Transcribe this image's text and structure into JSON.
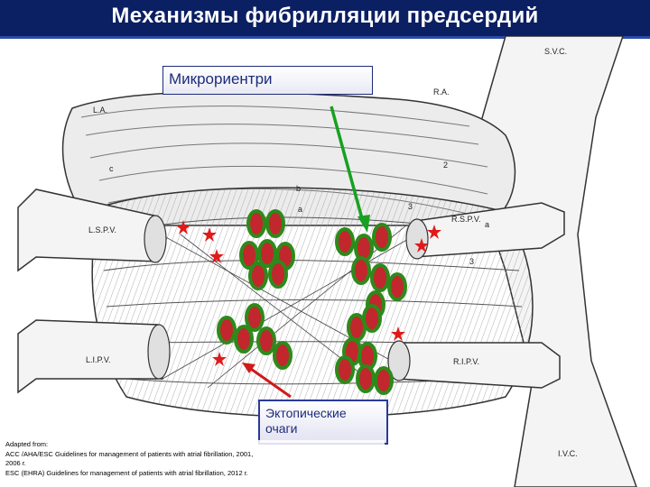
{
  "title": "Механизмы фибрилляции предсердий",
  "labels": {
    "microreentry": "Микрориентри",
    "ectopic": "Эктопические\nочаги"
  },
  "anatomy": {
    "svc": "S.V.C.",
    "ra": "R.A.",
    "la": "L.A.",
    "lspv": "L.S.P.V.",
    "lipv": "L.I.P.V.",
    "rspv": "R.S.P.V.",
    "ripv": "R.I.P.V.",
    "ivc": "I.V.C.",
    "markers": [
      "c",
      "b",
      "a",
      "2",
      "3",
      "3",
      "a"
    ]
  },
  "references": {
    "heading": "Adapted from:",
    "lines": [
      "ACC /AHA/ESC Guidelines for management of patients with atrial fibrillation, 2001,",
      "2006 г.",
      "ESC (EHRA) Guidelines for management of patients with atrial fibrillation, 2012 г."
    ]
  },
  "colors": {
    "title_bg": "#0b1f63",
    "title_text": "#ffffff",
    "ring_fill": "#c2272d",
    "ring_stroke": "#2d8a1a",
    "arrow_green": "#18a020",
    "arrow_red": "#d01a1a",
    "label_text": "#1d2b7a"
  },
  "icons": {
    "reentry": "reentry-ring-icon",
    "ectopic": "ectopic-star-icon"
  }
}
